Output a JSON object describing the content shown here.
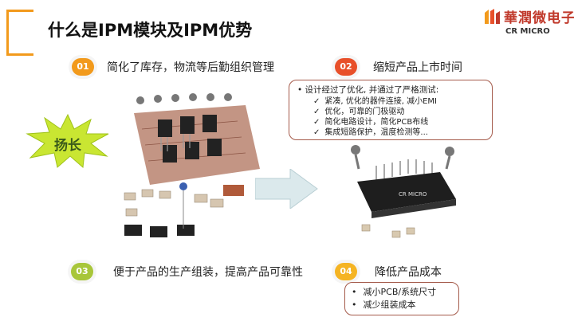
{
  "title": "什么是IPM模块及IPM优势",
  "logo": {
    "cn": "華潤微电子",
    "en": "CR MICRO"
  },
  "burst_label": "扬长",
  "features": [
    {
      "num": "01",
      "text": "简化了库存，物流等后勤组织管理",
      "color": "#f29a1c"
    },
    {
      "num": "02",
      "text": "缩短产品上市时间",
      "color": "#e8502a"
    },
    {
      "num": "03",
      "text": "便于产品的生产组装，提高产品可靠性",
      "color": "#a8c63a"
    },
    {
      "num": "04",
      "text": "降低产品成本",
      "color": "#f5b423"
    }
  ],
  "test_box": {
    "lead": "•  设计经过了优化, 并通过了严格测试:",
    "items": [
      "紧凑, 优化的器件连接, 减小EMI",
      "优化，可靠的门极驱动",
      "简化电路设计，简化PCB布线",
      "集成短路保护，温度检测等..."
    ]
  },
  "cost_box": {
    "items": [
      "减小PCB/系统尺寸",
      "减少组装成本"
    ]
  }
}
